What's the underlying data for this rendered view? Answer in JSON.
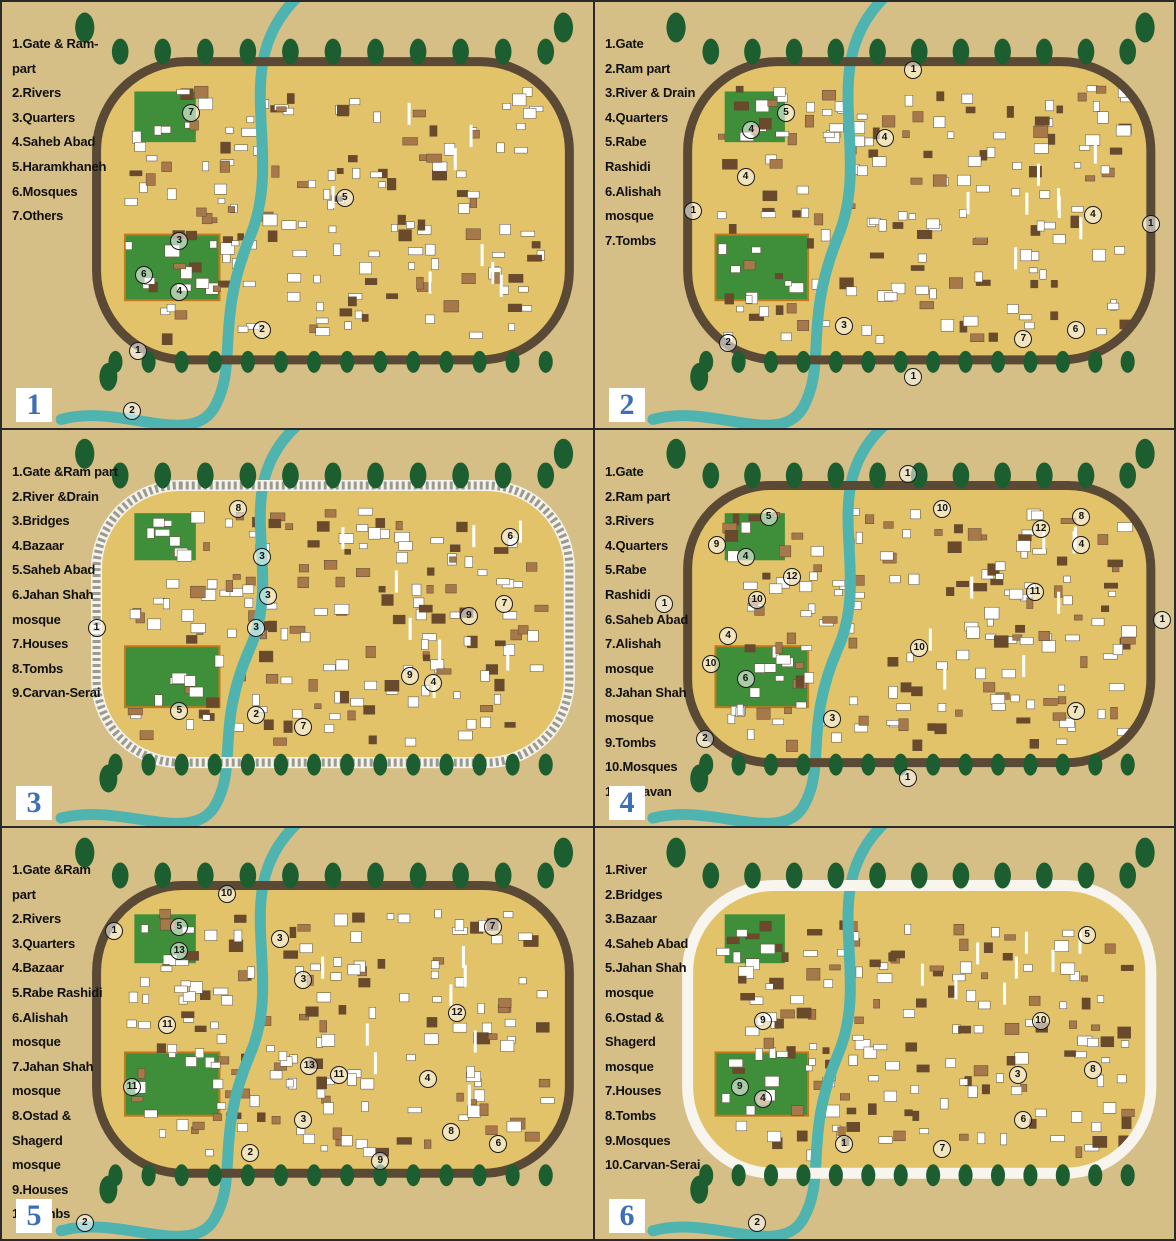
{
  "panels": [
    {
      "number": "1",
      "legend": [
        "1.Gate & Ram-",
        "part",
        "2.Rivers",
        "3.Quarters",
        "4.Saheb Abad",
        "5.Haramkhaneh",
        "6.Mosques",
        "7.Others"
      ],
      "markers": [
        {
          "label": "7",
          "cx": 0.32,
          "cy": 0.26
        },
        {
          "label": "5",
          "cx": 0.58,
          "cy": 0.46
        },
        {
          "label": "3",
          "cx": 0.3,
          "cy": 0.56
        },
        {
          "label": "6",
          "cx": 0.24,
          "cy": 0.64
        },
        {
          "label": "4",
          "cx": 0.3,
          "cy": 0.68
        },
        {
          "label": "2",
          "cx": 0.44,
          "cy": 0.77
        },
        {
          "label": "1",
          "cx": 0.23,
          "cy": 0.82
        },
        {
          "label": "2",
          "cx": 0.22,
          "cy": 0.96
        }
      ]
    },
    {
      "number": "2",
      "legend": [
        "1.Gate",
        "2.Ram part",
        "3.River & Drain",
        "4.Quarters",
        "5.Rabe",
        "Rashidi",
        "6.Alishah",
        "mosque",
        "7.Tombs"
      ],
      "markers": [
        {
          "label": "1",
          "cx": 0.55,
          "cy": 0.16
        },
        {
          "label": "5",
          "cx": 0.33,
          "cy": 0.26
        },
        {
          "label": "4",
          "cx": 0.27,
          "cy": 0.3
        },
        {
          "label": "4",
          "cx": 0.5,
          "cy": 0.32
        },
        {
          "label": "4",
          "cx": 0.26,
          "cy": 0.41
        },
        {
          "label": "1",
          "cx": 0.17,
          "cy": 0.49
        },
        {
          "label": "4",
          "cx": 0.86,
          "cy": 0.5
        },
        {
          "label": "1",
          "cx": 0.96,
          "cy": 0.52
        },
        {
          "label": "3",
          "cx": 0.43,
          "cy": 0.76
        },
        {
          "label": "7",
          "cx": 0.74,
          "cy": 0.79
        },
        {
          "label": "6",
          "cx": 0.83,
          "cy": 0.77
        },
        {
          "label": "2",
          "cx": 0.23,
          "cy": 0.8
        },
        {
          "label": "1",
          "cx": 0.55,
          "cy": 0.88
        }
      ]
    },
    {
      "number": "3",
      "legend": [
        "1.Gate &Ram part",
        "2.River &Drain",
        "3.Bridges",
        "4.Bazaar",
        "5.Saheb Abad",
        "6.Jahan Shah",
        "mosque",
        "7.Houses",
        "8.Tombs",
        "9.Carvan-Serai"
      ],
      "markers": [
        {
          "label": "8",
          "cx": 0.4,
          "cy": 0.2
        },
        {
          "label": "6",
          "cx": 0.86,
          "cy": 0.27
        },
        {
          "label": "3",
          "cx": 0.44,
          "cy": 0.32
        },
        {
          "label": "3",
          "cx": 0.45,
          "cy": 0.42
        },
        {
          "label": "7",
          "cx": 0.85,
          "cy": 0.44
        },
        {
          "label": "9",
          "cx": 0.79,
          "cy": 0.47
        },
        {
          "label": "1",
          "cx": 0.16,
          "cy": 0.5
        },
        {
          "label": "3",
          "cx": 0.43,
          "cy": 0.5
        },
        {
          "label": "9",
          "cx": 0.69,
          "cy": 0.62
        },
        {
          "label": "4",
          "cx": 0.73,
          "cy": 0.64
        },
        {
          "label": "5",
          "cx": 0.3,
          "cy": 0.71
        },
        {
          "label": "2",
          "cx": 0.43,
          "cy": 0.72
        },
        {
          "label": "7",
          "cx": 0.51,
          "cy": 0.75
        }
      ]
    },
    {
      "number": "4",
      "legend": [
        "1.Gate",
        "2.Ram part",
        "3.Rivers",
        "4.Quarters",
        "5.Rabe",
        "Rashidi",
        "6.Saheb Abad",
        "7.Alishah",
        "mosque",
        "8.Jahan Shah",
        "mosque",
        "9.Tombs",
        "10.Mosques",
        "11.Caravan"
      ],
      "markers": [
        {
          "label": "1",
          "cx": 0.54,
          "cy": 0.11
        },
        {
          "label": "10",
          "cx": 0.6,
          "cy": 0.2
        },
        {
          "label": "5",
          "cx": 0.3,
          "cy": 0.22
        },
        {
          "label": "8",
          "cx": 0.84,
          "cy": 0.22
        },
        {
          "label": "12",
          "cx": 0.77,
          "cy": 0.25
        },
        {
          "label": "9",
          "cx": 0.21,
          "cy": 0.29
        },
        {
          "label": "4",
          "cx": 0.84,
          "cy": 0.29
        },
        {
          "label": "4",
          "cx": 0.26,
          "cy": 0.32
        },
        {
          "label": "12",
          "cx": 0.34,
          "cy": 0.37
        },
        {
          "label": "10",
          "cx": 0.28,
          "cy": 0.43
        },
        {
          "label": "1",
          "cx": 0.12,
          "cy": 0.44
        },
        {
          "label": "11",
          "cx": 0.76,
          "cy": 0.41
        },
        {
          "label": "1",
          "cx": 0.98,
          "cy": 0.48
        },
        {
          "label": "4",
          "cx": 0.23,
          "cy": 0.52
        },
        {
          "label": "10",
          "cx": 0.56,
          "cy": 0.55
        },
        {
          "label": "10",
          "cx": 0.2,
          "cy": 0.59
        },
        {
          "label": "6",
          "cx": 0.26,
          "cy": 0.63
        },
        {
          "label": "3",
          "cx": 0.41,
          "cy": 0.73
        },
        {
          "label": "7",
          "cx": 0.83,
          "cy": 0.71
        },
        {
          "label": "2",
          "cx": 0.19,
          "cy": 0.78
        },
        {
          "label": "1",
          "cx": 0.54,
          "cy": 0.88
        }
      ]
    },
    {
      "number": "5",
      "legend": [
        "1.Gate &Ram",
        "part",
        "2.Rivers",
        "3.Quarters",
        "4.Bazaar",
        "5.Rabe Rashidi",
        "6.Alishah",
        "mosque",
        "7.Jahan Shah",
        "mosque",
        "8.Ostad &",
        "Shagerd",
        "mosque",
        "9.Houses",
        "10.Tombs"
      ],
      "markers": [
        {
          "label": "10",
          "cx": 0.38,
          "cy": 0.16
        },
        {
          "label": "5",
          "cx": 0.3,
          "cy": 0.24
        },
        {
          "label": "7",
          "cx": 0.83,
          "cy": 0.24
        },
        {
          "label": "1",
          "cx": 0.19,
          "cy": 0.25
        },
        {
          "label": "3",
          "cx": 0.47,
          "cy": 0.27
        },
        {
          "label": "13",
          "cx": 0.3,
          "cy": 0.3
        },
        {
          "label": "3",
          "cx": 0.51,
          "cy": 0.37
        },
        {
          "label": "12",
          "cx": 0.77,
          "cy": 0.45
        },
        {
          "label": "11",
          "cx": 0.28,
          "cy": 0.48
        },
        {
          "label": "13",
          "cx": 0.52,
          "cy": 0.58
        },
        {
          "label": "11",
          "cx": 0.57,
          "cy": 0.6
        },
        {
          "label": "4",
          "cx": 0.72,
          "cy": 0.61
        },
        {
          "label": "11",
          "cx": 0.22,
          "cy": 0.63
        },
        {
          "label": "3",
          "cx": 0.51,
          "cy": 0.71
        },
        {
          "label": "8",
          "cx": 0.76,
          "cy": 0.74
        },
        {
          "label": "6",
          "cx": 0.84,
          "cy": 0.77
        },
        {
          "label": "2",
          "cx": 0.42,
          "cy": 0.79
        },
        {
          "label": "9",
          "cx": 0.64,
          "cy": 0.81
        },
        {
          "label": "2",
          "cx": 0.14,
          "cy": 0.96
        }
      ]
    },
    {
      "number": "6",
      "legend": [
        "1.River",
        "2.Bridges",
        "3.Bazaar",
        "4.Saheb Abad",
        "5.Jahan Shah",
        "mosque",
        "6.Ostad &",
        "Shagerd",
        "mosque",
        "7.Houses",
        "8.Tombs",
        "9.Mosques",
        "10.Carvan-Serai"
      ],
      "markers": [
        {
          "label": "5",
          "cx": 0.85,
          "cy": 0.26
        },
        {
          "label": "9",
          "cx": 0.29,
          "cy": 0.47
        },
        {
          "label": "10",
          "cx": 0.77,
          "cy": 0.47
        },
        {
          "label": "3",
          "cx": 0.73,
          "cy": 0.6
        },
        {
          "label": "8",
          "cx": 0.86,
          "cy": 0.59
        },
        {
          "label": "9",
          "cx": 0.25,
          "cy": 0.63
        },
        {
          "label": "4",
          "cx": 0.29,
          "cy": 0.66
        },
        {
          "label": "6",
          "cx": 0.74,
          "cy": 0.71
        },
        {
          "label": "1",
          "cx": 0.43,
          "cy": 0.77
        },
        {
          "label": "7",
          "cx": 0.6,
          "cy": 0.78
        },
        {
          "label": "2",
          "cx": 0.28,
          "cy": 0.96
        }
      ]
    }
  ],
  "colors": {
    "ground": "#d6bf86",
    "sand": "#e3c36a",
    "wall": "#5a4a35",
    "wall_white": "#f7f5ee",
    "river": "#4fb3b0",
    "tree": "#1d5e30",
    "garden": "#3f8f3a",
    "building": "#ffffff",
    "panel_number": "#3c6fb5"
  },
  "wall_style": [
    "dark",
    "dark",
    "chain",
    "dark",
    "dark",
    "white"
  ]
}
